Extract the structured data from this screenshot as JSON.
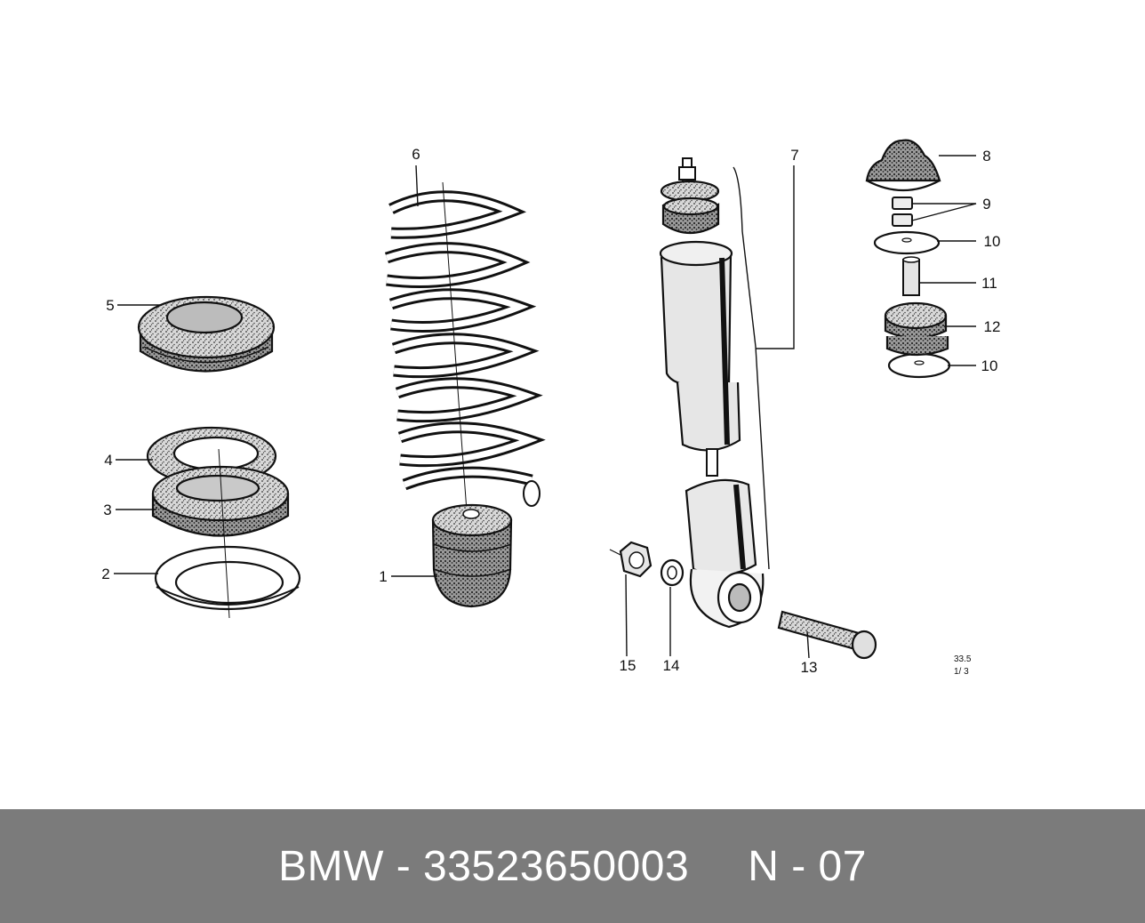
{
  "callouts": {
    "c1": "1",
    "c2": "2",
    "c3": "3",
    "c4": "4",
    "c5": "5",
    "c6": "6",
    "c7": "7",
    "c8": "8",
    "c9": "9",
    "c10a": "10",
    "c10b": "10",
    "c11": "11",
    "c12": "12",
    "c13": "13",
    "c14": "14",
    "c15": "15"
  },
  "reference": {
    "line1": "33.5",
    "line2": "1/ 3"
  },
  "footer": {
    "brand": "BMW - 33523650003",
    "code": "N - 07"
  },
  "colors": {
    "footer_bg": "#7b7b7b",
    "footer_text": "#ffffff",
    "ink": "#111111"
  }
}
